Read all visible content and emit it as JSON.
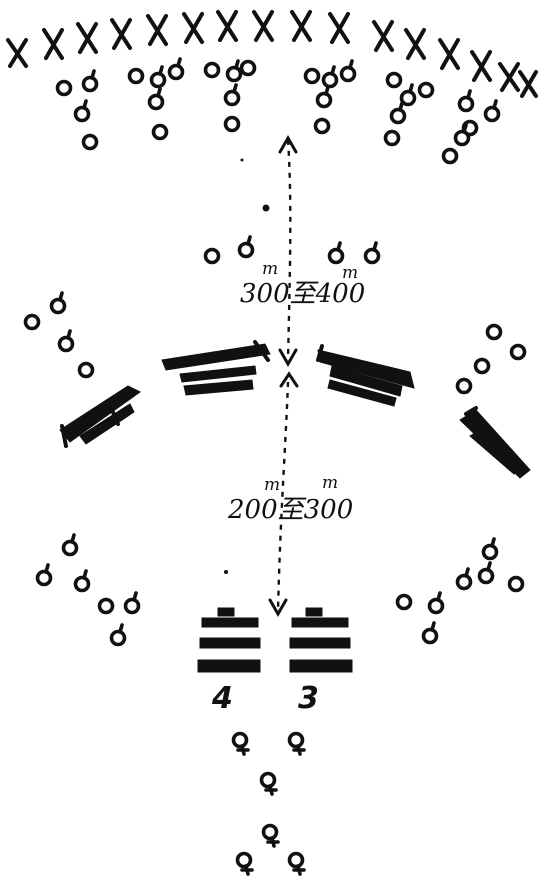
{
  "diagram": {
    "front_line_marker": "X",
    "upper_distance": {
      "text": "300至400",
      "unit_left": "m",
      "unit_right": "m"
    },
    "lower_distance": {
      "text": "200至300",
      "unit_left": "m",
      "unit_right": "m"
    },
    "unit_labels": {
      "left": "4",
      "right": "3"
    },
    "ink_color": "#111111",
    "symbols": [
      "officer-symbol",
      "soldier-circle",
      "trench-bar",
      "enemy-cross"
    ]
  }
}
